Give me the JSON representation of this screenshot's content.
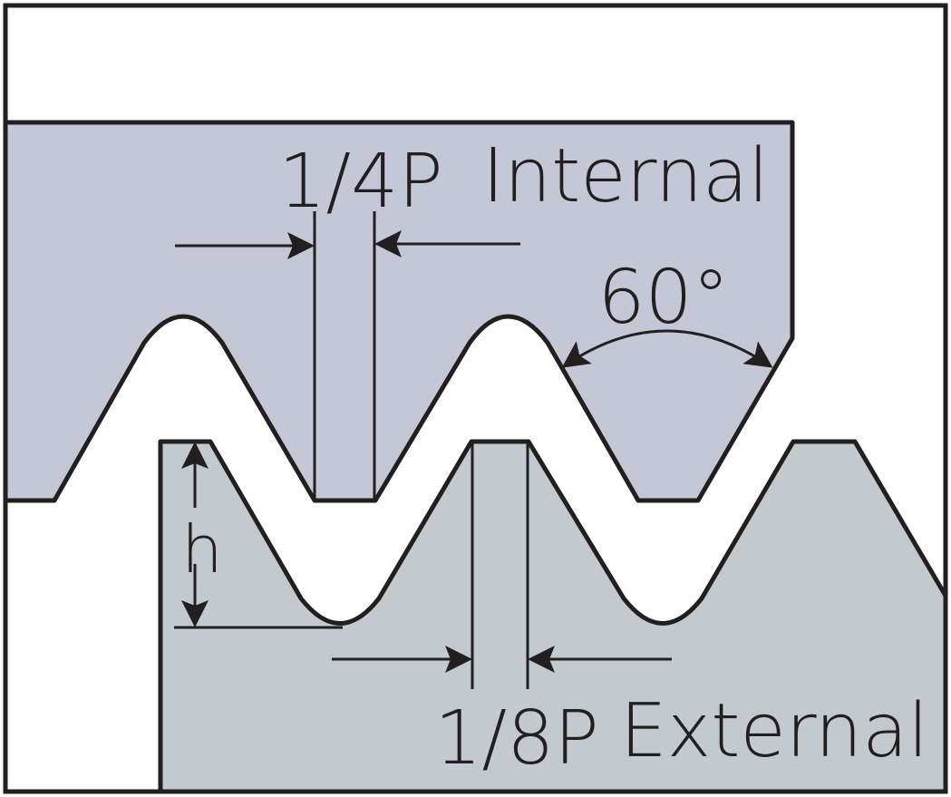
{
  "labels": {
    "internal_pitch": "1/4P",
    "internal": "Internal",
    "angle": "60°",
    "height": "h",
    "external_pitch": "1/8P",
    "external": "External"
  },
  "colors": {
    "internal_fill": "#c4c7d6",
    "external_fill": "#c3cacf",
    "stroke": "#231f20",
    "background": "#ffffff"
  }
}
